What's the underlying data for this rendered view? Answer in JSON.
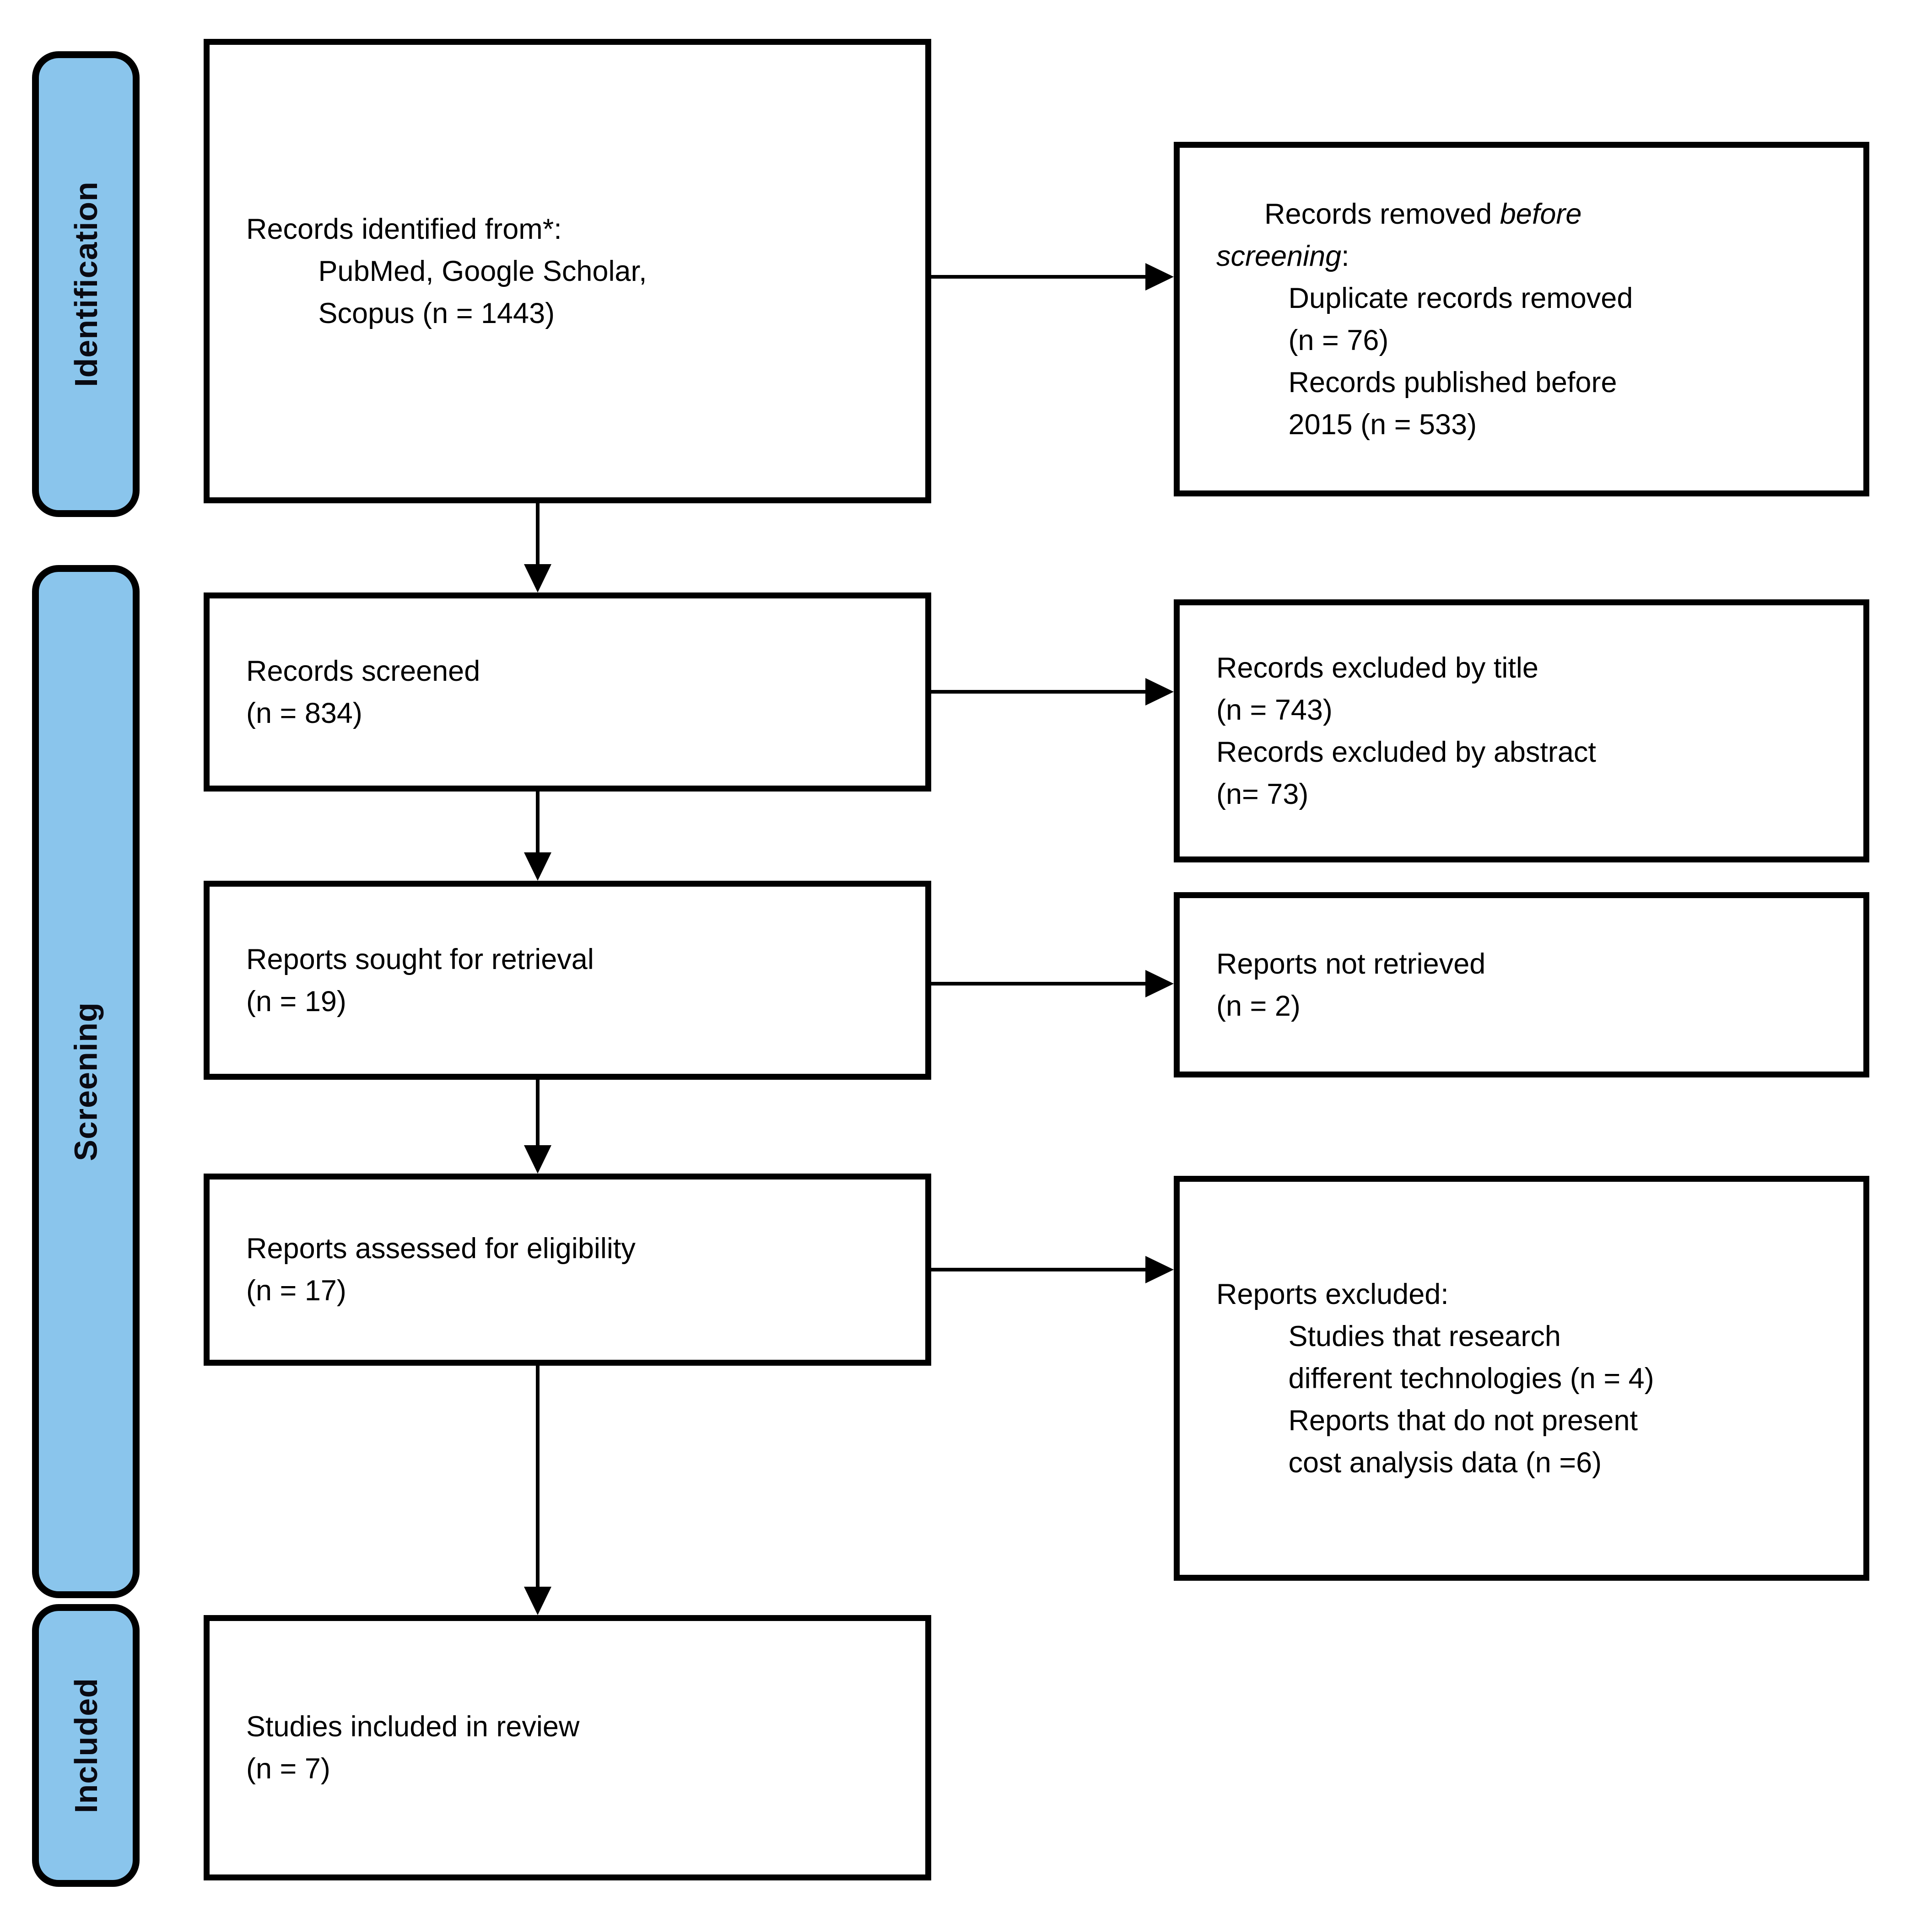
{
  "sidebar": {
    "identification": "Identification",
    "screening": "Screening",
    "included": "Included"
  },
  "boxes": {
    "identified": "Records identified from*:\n         PubMed, Google Scholar,\n         Scopus (n = 1443)",
    "screened": "Records screened\n(n = 834)",
    "sought": "Reports sought for retrieval\n(n = 19)",
    "assessed": "Reports assessed for eligibility\n(n = 17)",
    "included": "Studies included in review\n(n = 7)",
    "removed_prefix": "Records removed ",
    "removed_italic": "before\nscreening",
    "removed_suffix": ":",
    "removed_items": "\n         Duplicate records removed\n         (n = 76)\n         Records published before\n         2015 (n = 533)",
    "excluded_screening": "Records excluded by title\n(n = 743)\nRecords excluded by abstract\n(n= 73)",
    "not_retrieved": "Reports not retrieved\n(n = 2)",
    "reports_excluded": "Reports excluded:\n         Studies that research\n         different technologies (n = 4)\n         Reports that do not present\n         cost analysis data (n =6)"
  },
  "colors": {
    "stage_fill": "#8AC5EC",
    "line": "#000000",
    "background": "#FFFFFF"
  }
}
